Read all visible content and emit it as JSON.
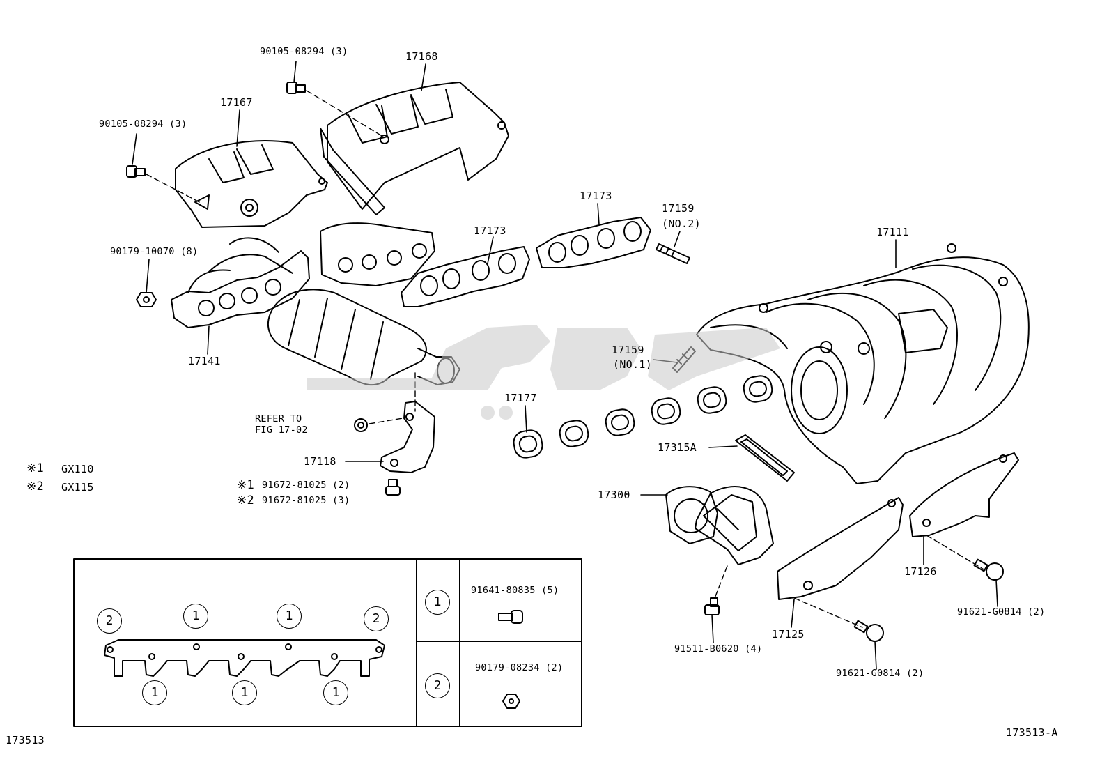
{
  "figure_code": "173513",
  "figure_code_variant": "173513-A",
  "legend": [
    {
      "mark": "※1",
      "model": "GX110"
    },
    {
      "mark": "※2",
      "model": "GX115"
    }
  ],
  "watermark": "ميني",
  "parts": {
    "p17168": "17168",
    "p17167": "17167",
    "bolt_upper": "90105-08294 (3)",
    "bolt_left": "90105-08294 (3)",
    "nut_manifold": "90179-10070 (8)",
    "p17141": "17141",
    "p17173_a": "17173",
    "p17173_b": "17173",
    "stud_no2_num": "17159",
    "stud_no2_tag": "(NO.2)",
    "p17111": "17111",
    "stud_no1_num": "17159",
    "stud_no1_tag": "(NO.1)",
    "p17177": "17177",
    "refer_line1": "REFER TO",
    "refer_line2": "FIG 17-02",
    "p17118": "17118",
    "bolt_gx110_mark": "※1",
    "bolt_gx110": "91672-81025 (2)",
    "bolt_gx115_mark": "※2",
    "bolt_gx115": "91672-81025 (3)",
    "p17315a": "17315A",
    "p17300": "17300",
    "p17126": "17126",
    "p17125": "17125",
    "bolt_17126": "91621-G0814 (2)",
    "bolt_17125": "91621-G0814 (2)",
    "bolt_17300": "91511-B0620 (4)"
  },
  "torque_table": {
    "diagram_markers": {
      "top": [
        "2",
        "1",
        "1",
        "2"
      ],
      "bottom": [
        "1",
        "1",
        "1"
      ]
    },
    "rows": [
      {
        "key": "1",
        "part": "91641-80835 (5)"
      },
      {
        "key": "2",
        "part": "90179-08234 (2)"
      }
    ]
  }
}
